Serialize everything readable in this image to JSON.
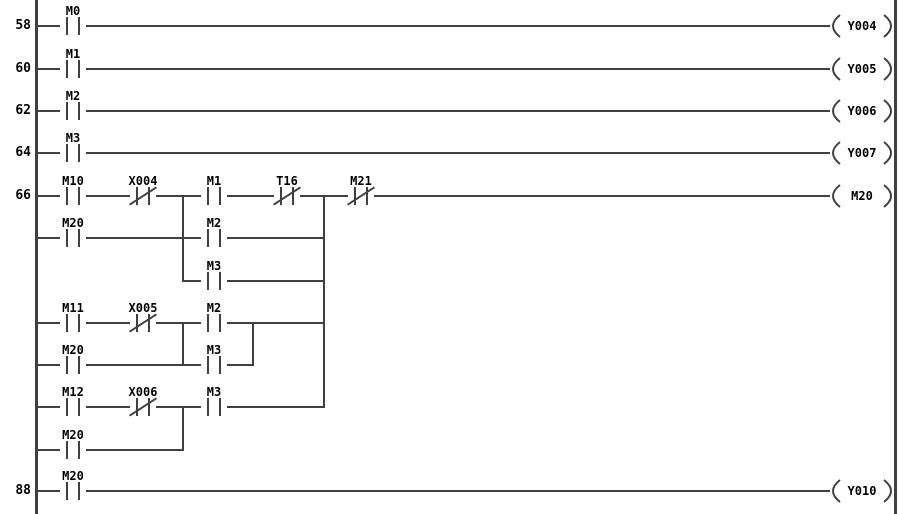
{
  "colors": {
    "wire": "#404040",
    "text": "#000000",
    "background": "#ffffff"
  },
  "rows": [
    {
      "number": "58",
      "coil": "Y004",
      "contacts": [
        {
          "label": "M0",
          "type": "NO"
        }
      ]
    },
    {
      "number": "60",
      "coil": "Y005",
      "contacts": [
        {
          "label": "M1",
          "type": "NO"
        }
      ]
    },
    {
      "number": "62",
      "coil": "Y006",
      "contacts": [
        {
          "label": "M2",
          "type": "NO"
        }
      ]
    },
    {
      "number": "64",
      "coil": "Y007",
      "contacts": [
        {
          "label": "M3",
          "type": "NO"
        }
      ]
    },
    {
      "number": "66",
      "coil": "M20",
      "contacts": [
        {
          "label": "M10",
          "type": "NO"
        },
        {
          "label": "X004",
          "type": "NC"
        },
        {
          "label": "M1",
          "type": "NO"
        },
        {
          "label": "T16",
          "type": "NC"
        },
        {
          "label": "M21",
          "type": "NC"
        }
      ]
    },
    {
      "contacts": [
        {
          "label": "M20",
          "type": "NO"
        },
        {
          "label": "M2",
          "type": "NO"
        }
      ]
    },
    {
      "contacts": [
        {
          "label": "M3",
          "type": "NO"
        }
      ]
    },
    {
      "contacts": [
        {
          "label": "M11",
          "type": "NO"
        },
        {
          "label": "X005",
          "type": "NC"
        },
        {
          "label": "M2",
          "type": "NO"
        }
      ]
    },
    {
      "contacts": [
        {
          "label": "M20",
          "type": "NO"
        },
        {
          "label": "M3",
          "type": "NO"
        }
      ]
    },
    {
      "contacts": [
        {
          "label": "M12",
          "type": "NO"
        },
        {
          "label": "X006",
          "type": "NC"
        },
        {
          "label": "M3",
          "type": "NO"
        }
      ]
    },
    {
      "contacts": [
        {
          "label": "M20",
          "type": "NO"
        }
      ]
    },
    {
      "number": "88",
      "coil": "Y010",
      "contacts": [
        {
          "label": "M20",
          "type": "NO"
        }
      ]
    }
  ]
}
